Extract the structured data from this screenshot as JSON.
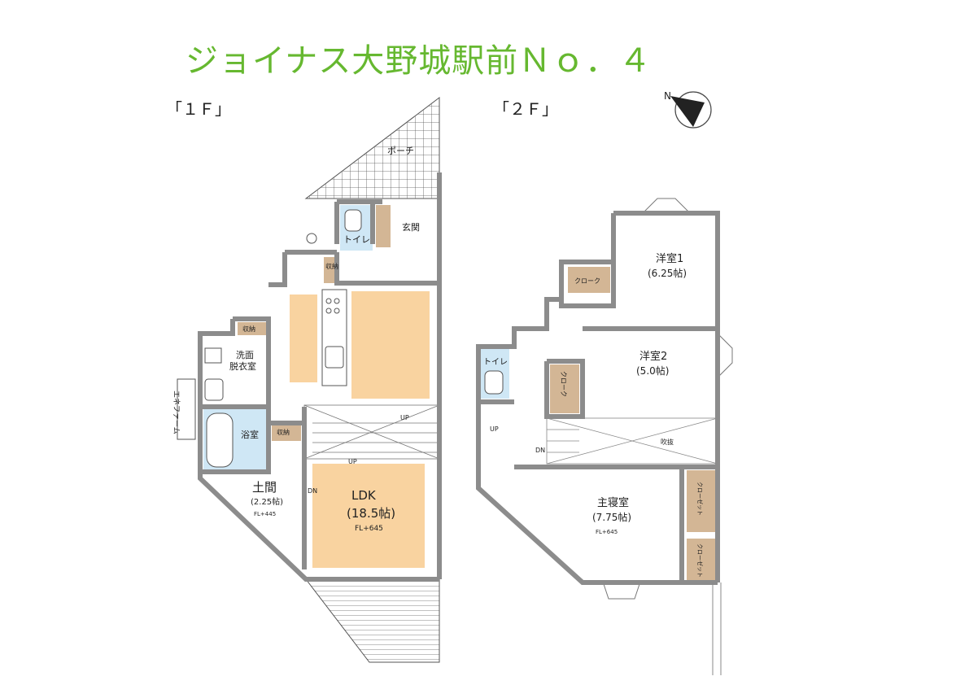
{
  "title": "ジョイナス大野城駅前Ｎｏ．４",
  "floors": {
    "first": {
      "label": "「１Ｆ」",
      "rooms": {
        "porch": "ポーチ",
        "entrance": "玄関",
        "toilet": "トイレ",
        "storage_a": "収納",
        "storage_b": "収納",
        "storage_c": "収納",
        "washroom_line1": "洗面",
        "washroom_line2": "脱衣室",
        "bath": "浴室",
        "aircon": "エネファーム",
        "doma": "土間",
        "doma_size": "(2.25帖)",
        "doma_fl": "FL+445",
        "ldk": "LDK",
        "ldk_size": "(18.5帖)",
        "ldk_fl": "FL+645"
      },
      "stair_labels": {
        "up1": "UP",
        "up2": "UP",
        "dn": "DN"
      }
    },
    "second": {
      "label": "「２Ｆ」",
      "rooms": {
        "west1": "洋室1",
        "west1_size": "(6.25帖)",
        "closet1": "クローク",
        "west2": "洋室2",
        "west2_size": "(5.0帖)",
        "closet2": "クローク",
        "toilet": "トイレ",
        "void": "吹抜",
        "master": "主寝室",
        "master_size": "(7.75帖)",
        "master_fl": "FL+645",
        "closet3": "クローゼット",
        "closet4": "クローゼット"
      },
      "stair_labels": {
        "up": "UP",
        "dn": "DN"
      }
    }
  },
  "compass": {
    "label": "N"
  },
  "colors": {
    "title": "#66b830",
    "wall": "#8c8c8c",
    "wood_floor": "#f9d3a0",
    "storage": "#d3b695",
    "wet_area": "#cfe7f5"
  }
}
